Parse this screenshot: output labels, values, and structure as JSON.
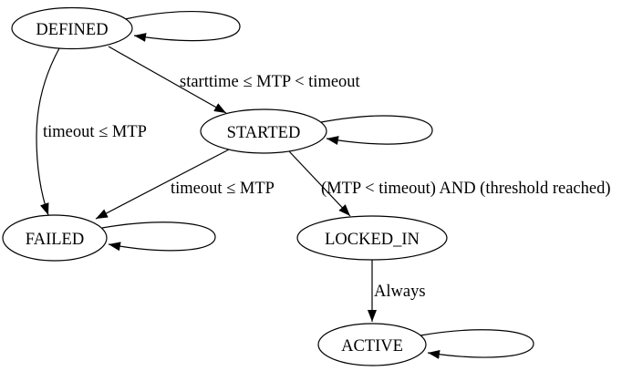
{
  "diagram": {
    "type": "state-machine",
    "colors": {
      "background": "#ffffff",
      "node_fill": "#ffffff",
      "stroke": "#000000",
      "text": "#000000"
    },
    "nodes": [
      {
        "id": "DEFINED",
        "label": "DEFINED",
        "self_loop": true
      },
      {
        "id": "STARTED",
        "label": "STARTED",
        "self_loop": true
      },
      {
        "id": "FAILED",
        "label": "FAILED",
        "self_loop": true
      },
      {
        "id": "LOCKED_IN",
        "label": "LOCKED_IN",
        "self_loop": false
      },
      {
        "id": "ACTIVE",
        "label": "ACTIVE",
        "self_loop": true
      }
    ],
    "edges": [
      {
        "from": "DEFINED",
        "to": "DEFINED",
        "label": ""
      },
      {
        "from": "DEFINED",
        "to": "STARTED",
        "label": "starttime ≤ MTP < timeout"
      },
      {
        "from": "DEFINED",
        "to": "FAILED",
        "label": "timeout ≤ MTP"
      },
      {
        "from": "STARTED",
        "to": "STARTED",
        "label": ""
      },
      {
        "from": "STARTED",
        "to": "FAILED",
        "label": "timeout ≤ MTP"
      },
      {
        "from": "STARTED",
        "to": "LOCKED_IN",
        "label": "(MTP < timeout) AND (threshold reached)"
      },
      {
        "from": "FAILED",
        "to": "FAILED",
        "label": ""
      },
      {
        "from": "LOCKED_IN",
        "to": "ACTIVE",
        "label": "Always"
      },
      {
        "from": "ACTIVE",
        "to": "ACTIVE",
        "label": ""
      }
    ]
  }
}
